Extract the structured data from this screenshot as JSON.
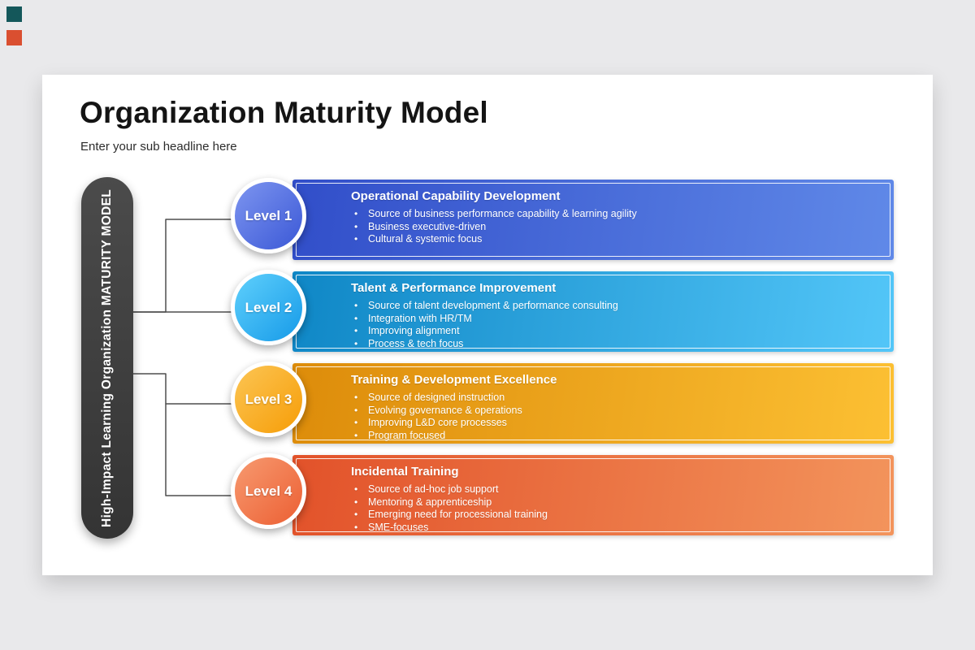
{
  "slide": {
    "title": "Organization Maturity Model",
    "subtitle": "Enter your sub headline here"
  },
  "pill": {
    "label": "High-Impact Learning Organization MATURITY MODEL",
    "background": "#3f3f3f"
  },
  "connector_color": "#4f4f4f",
  "decorations": {
    "corner_mark_teal": "#14575a",
    "corner_mark_red": "#da4f30"
  },
  "levels": [
    {
      "badge": "Level 1",
      "heading": "Operational Capability Development",
      "bullets": [
        "Source of business performance capability & learning agility",
        "Business executive-driven",
        "Cultural & systemic focus"
      ],
      "colors": {
        "circle": {
          "from": "#7d95f0",
          "to": "#3b58d6"
        },
        "bar": {
          "from": "#314ec9",
          "to": "#6089e8"
        }
      }
    },
    {
      "badge": "Level 2",
      "heading": "Talent & Performance Improvement",
      "bullets": [
        "Source of talent development & performance consulting",
        "Integration with HR/TM",
        "Improving alignment",
        "Process & tech focus"
      ],
      "colors": {
        "circle": {
          "from": "#5fd0fc",
          "to": "#169ae8"
        },
        "bar": {
          "from": "#0f87c6",
          "to": "#53c6f8"
        }
      }
    },
    {
      "badge": "Level 3",
      "heading": "Training & Development Excellence",
      "bullets": [
        "Source of designed instruction",
        "Evolving governance & operations",
        "Improving L&D core processes",
        "Program focused"
      ],
      "colors": {
        "circle": {
          "from": "#fcc554",
          "to": "#f69d07"
        },
        "bar": {
          "from": "#dd8c0a",
          "to": "#fcc033"
        }
      }
    },
    {
      "badge": "Level 4",
      "heading": "Incidental Training",
      "bullets": [
        "Source of ad-hoc job support",
        "Mentoring & apprenticeship",
        "Emerging need for processional training",
        "SME-focuses"
      ],
      "colors": {
        "circle": {
          "from": "#f79a70",
          "to": "#ec5f33"
        },
        "bar": {
          "from": "#e2522a",
          "to": "#f3945c"
        }
      }
    }
  ]
}
